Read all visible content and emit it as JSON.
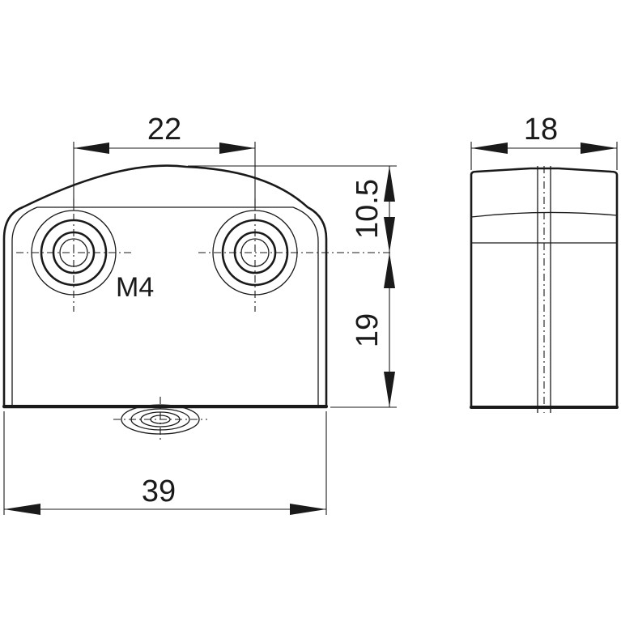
{
  "front_view": {
    "thread_label": "M4"
  },
  "dimensions": {
    "hole_spacing": "22",
    "total_width": "39",
    "top_height": "10.5",
    "hole_height": "19",
    "depth": "18"
  }
}
